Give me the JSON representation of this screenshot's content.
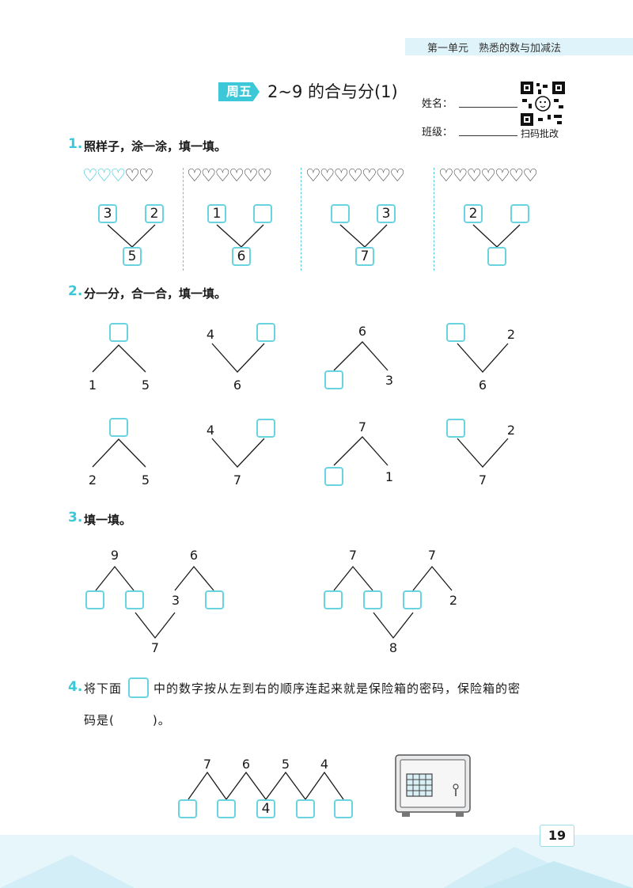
{
  "header": {
    "unit_title": "第一单元　熟悉的数与加减法"
  },
  "lesson": {
    "day_badge": "周五",
    "title": "2~9 的合与分(1)"
  },
  "student_info": {
    "name_label": "姓名：",
    "class_label": "班级：",
    "qr_caption": "扫码批改"
  },
  "q1": {
    "number": "1.",
    "prompt": "照样子，涂一涂，填一填。",
    "groups": [
      {
        "hearts": 5,
        "filled": 3,
        "left": "3",
        "right": "2",
        "total": "5"
      },
      {
        "hearts": 6,
        "filled": 0,
        "left": "1",
        "right": "",
        "total": "6"
      },
      {
        "hearts": 7,
        "filled": 0,
        "left": "",
        "right": "3",
        "total": "7"
      },
      {
        "hearts": 7,
        "filled": 0,
        "left": "2",
        "right": "",
        "total": ""
      }
    ]
  },
  "q2": {
    "number": "2.",
    "prompt": "分一分，合一合，填一填。",
    "row1": [
      {
        "top": "",
        "left": "1",
        "right": "5"
      },
      {
        "left": "4",
        "right": "",
        "bottom": "6"
      },
      {
        "top": "6",
        "left": "",
        "right": "3"
      },
      {
        "left": "",
        "right": "2",
        "bottom": "6"
      }
    ],
    "row2": [
      {
        "top": "",
        "left": "2",
        "right": "5"
      },
      {
        "left": "4",
        "right": "",
        "bottom": "7"
      },
      {
        "top": "7",
        "left": "",
        "right": "1"
      },
      {
        "left": "",
        "right": "2",
        "bottom": "7"
      }
    ]
  },
  "q3": {
    "number": "3.",
    "prompt": "填一填。",
    "left": {
      "top1": "9",
      "top2": "6",
      "mid": "3",
      "bottom": "7"
    },
    "right": {
      "top1": "7",
      "top2": "7",
      "side": "2",
      "bottom": "8"
    }
  },
  "q4": {
    "number": "4.",
    "text_a": "将下面",
    "text_b": "中的数字按从左到右的顺序连起来就是保险箱的密码，保险箱的密",
    "text_c": "码是(　　　)。",
    "tops": [
      "7",
      "6",
      "5",
      "4"
    ],
    "boxes": [
      "",
      "",
      "4",
      "",
      ""
    ]
  },
  "footer": {
    "page_number": "19"
  },
  "colors": {
    "accent": "#3cc8d8",
    "box_border": "#6ad3e0",
    "heart_fill": "#c9eef4"
  }
}
